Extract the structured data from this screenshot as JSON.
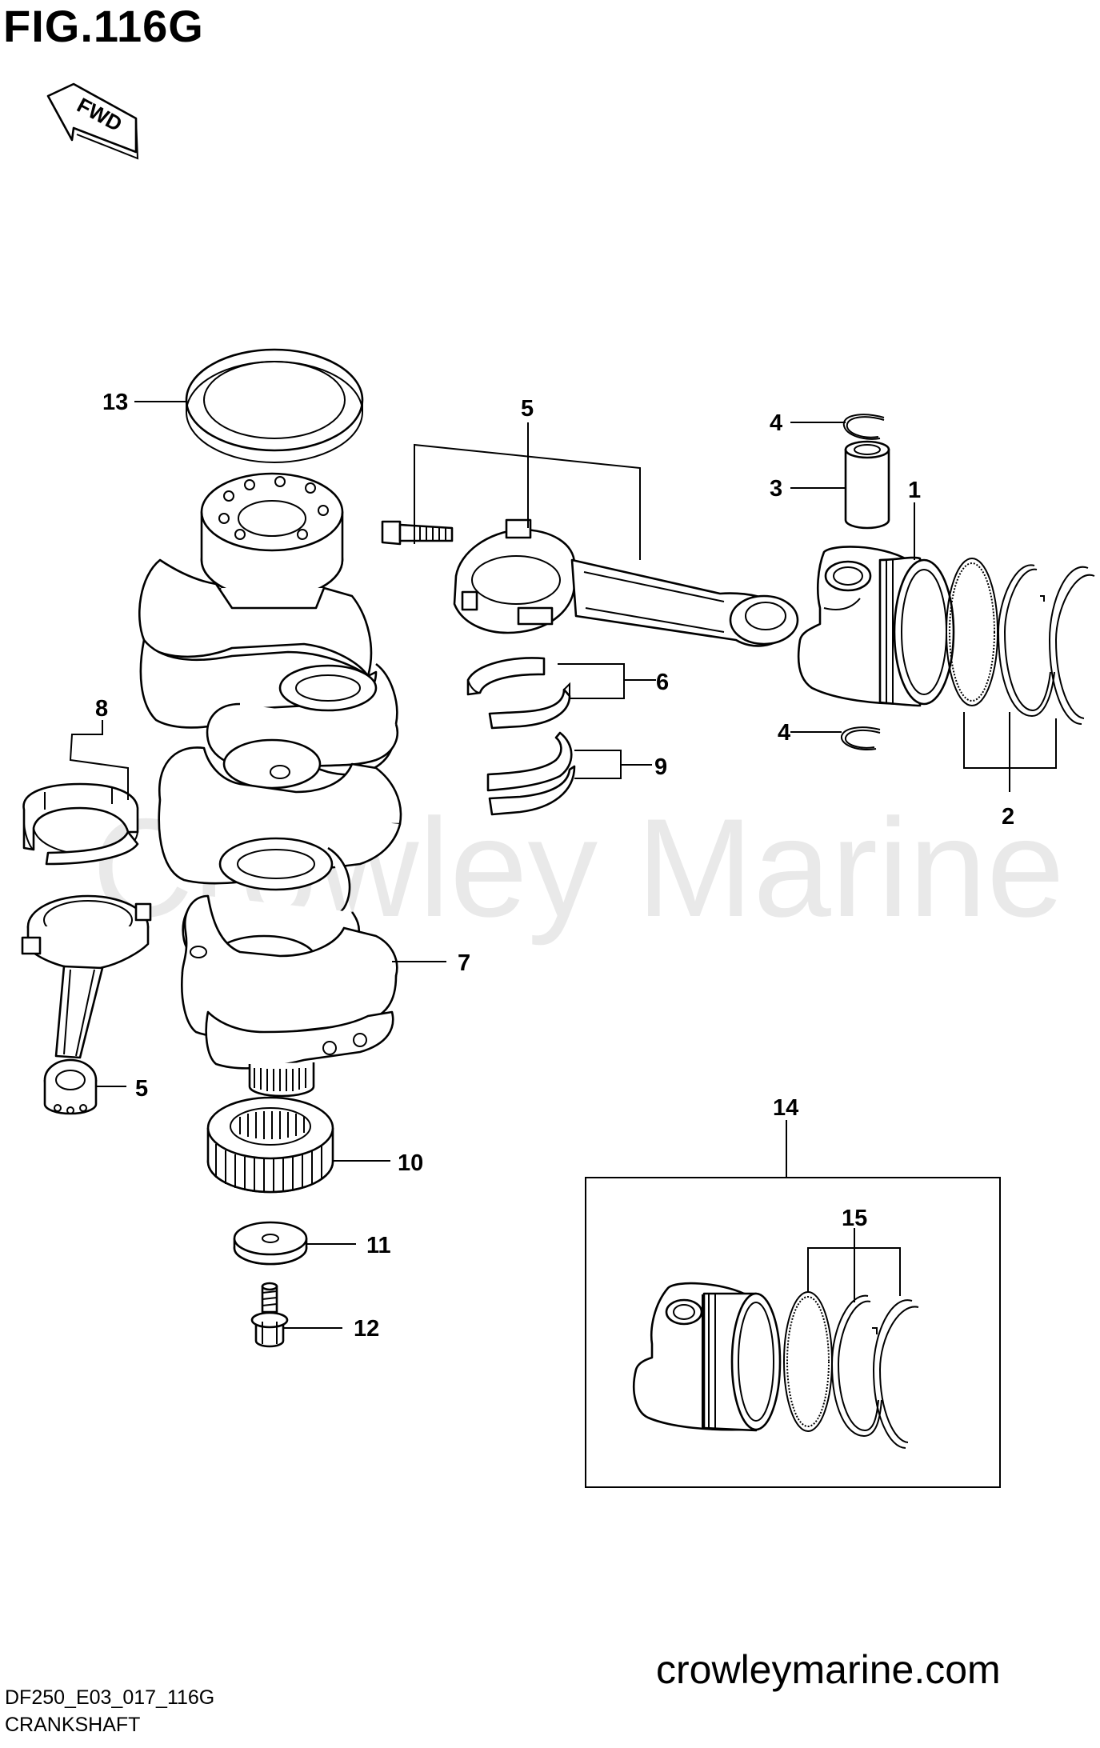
{
  "figure": {
    "title": "FIG.116G",
    "direction_label": "FWD",
    "code": "DF250_E03_017_116G",
    "caption": "CRANKSHAFT",
    "website": "crowleymarine.com",
    "watermark": "Crowley Marine"
  },
  "callouts": [
    {
      "id": "c13",
      "label": "13"
    },
    {
      "id": "c5a",
      "label": "5"
    },
    {
      "id": "c4a",
      "label": "4"
    },
    {
      "id": "c3",
      "label": "3"
    },
    {
      "id": "c1",
      "label": "1"
    },
    {
      "id": "c6",
      "label": "6"
    },
    {
      "id": "c4b",
      "label": "4"
    },
    {
      "id": "c8",
      "label": "8"
    },
    {
      "id": "c9",
      "label": "9"
    },
    {
      "id": "c2",
      "label": "2"
    },
    {
      "id": "c7",
      "label": "7"
    },
    {
      "id": "c5b",
      "label": "5"
    },
    {
      "id": "c14",
      "label": "14"
    },
    {
      "id": "c10",
      "label": "10"
    },
    {
      "id": "c15",
      "label": "15"
    },
    {
      "id": "c11",
      "label": "11"
    },
    {
      "id": "c12",
      "label": "12"
    }
  ]
}
